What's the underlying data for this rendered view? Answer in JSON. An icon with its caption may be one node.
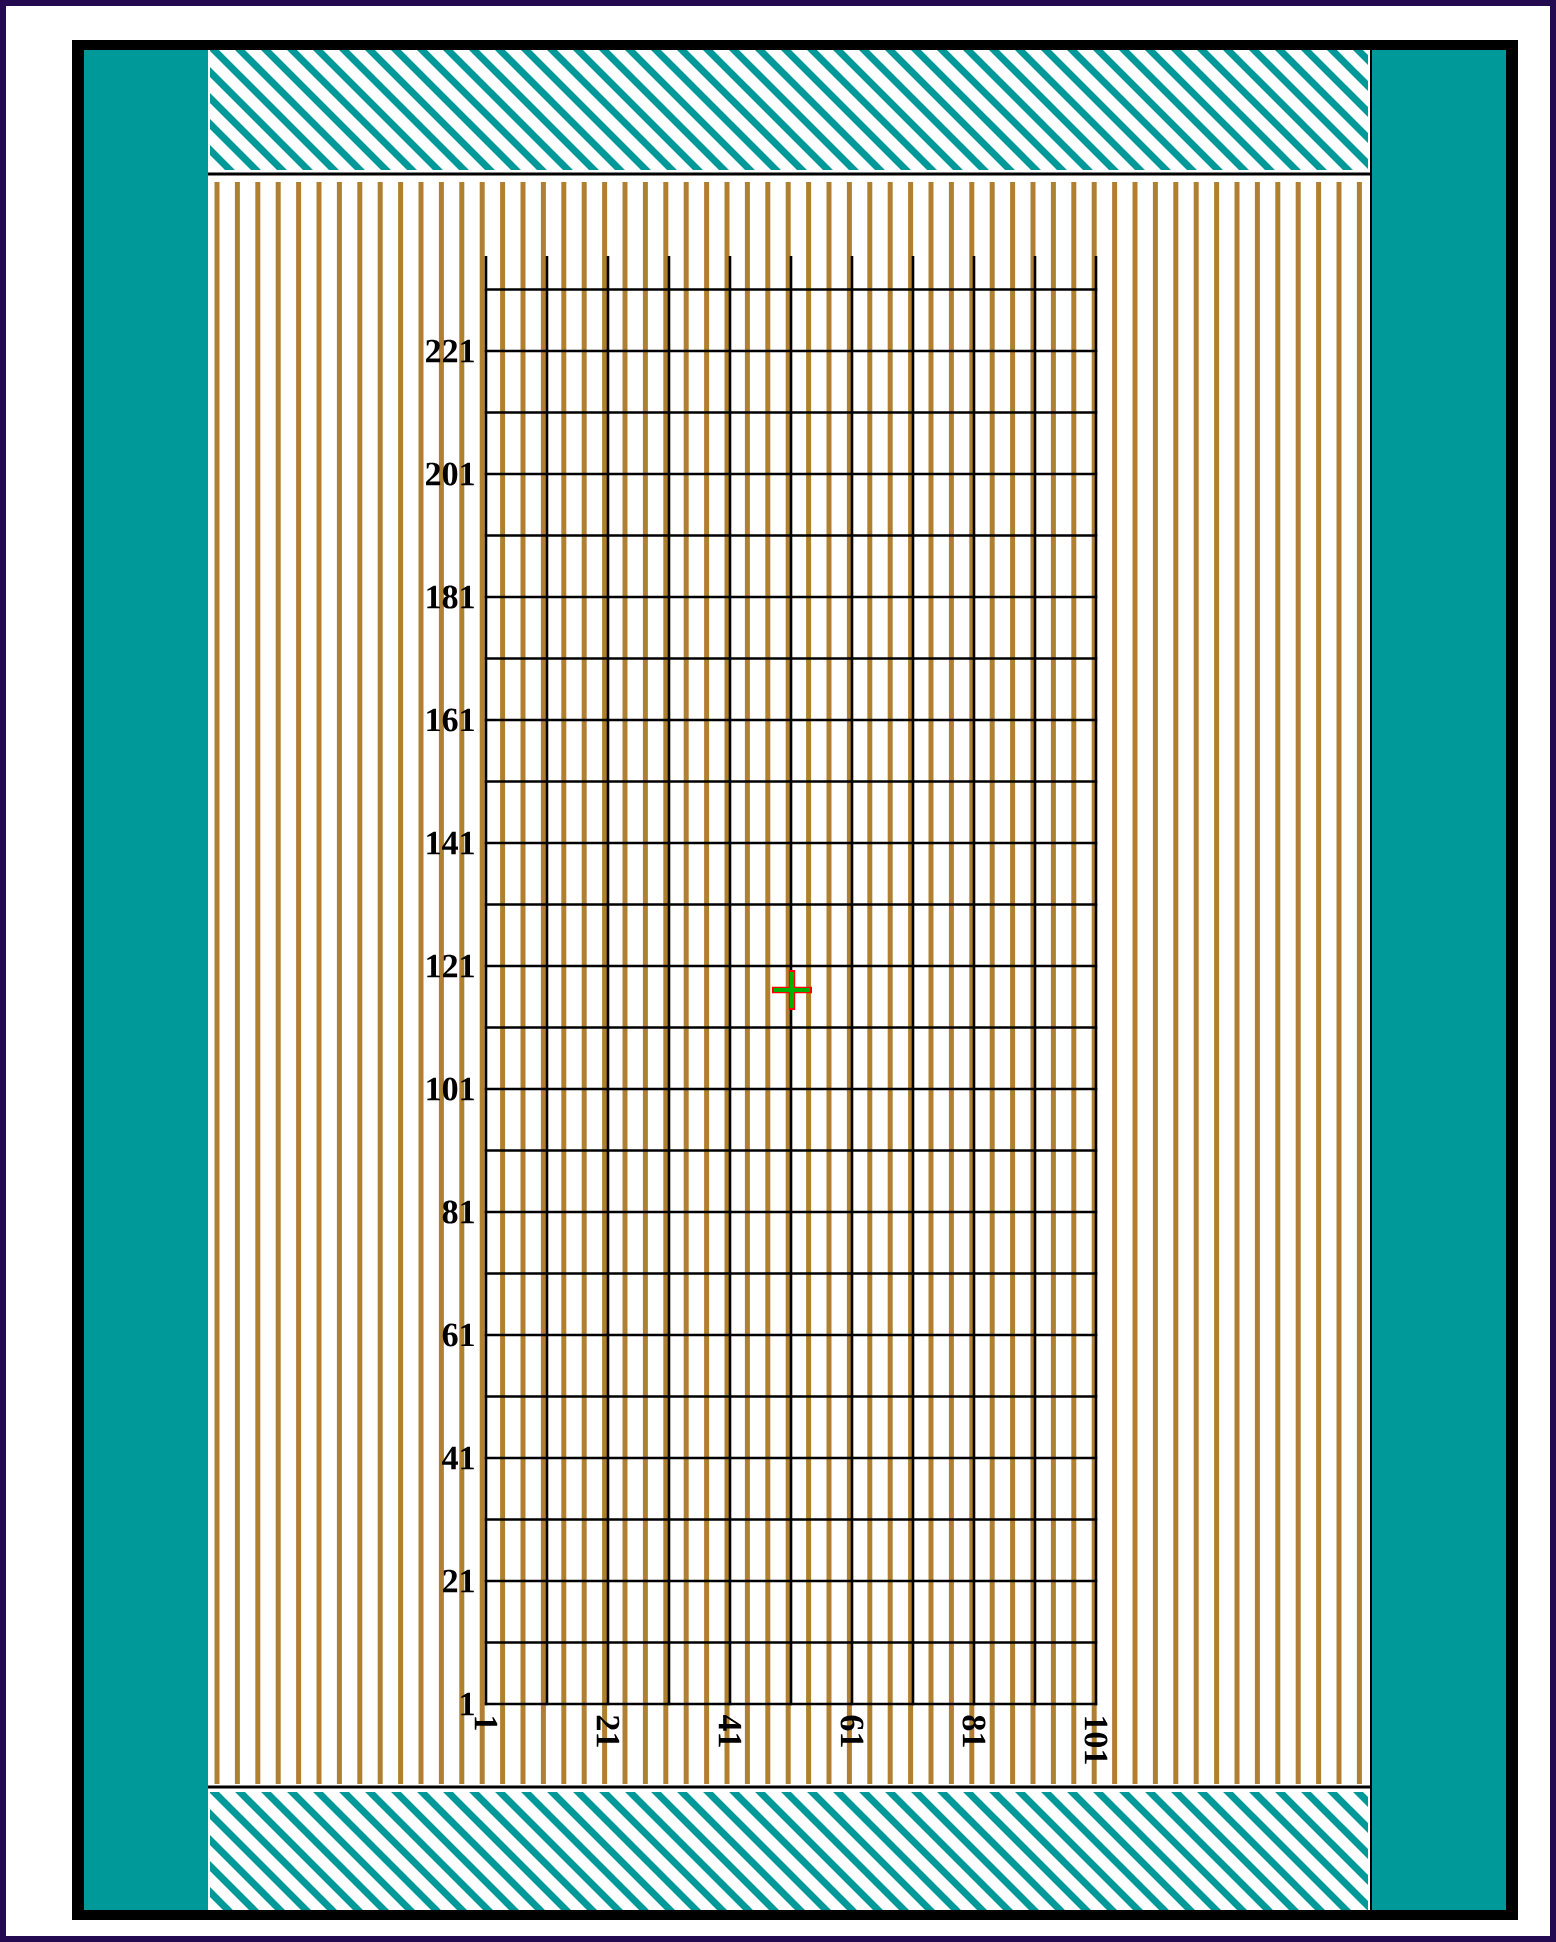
{
  "diagram": {
    "labels": [
      "221",
      "201",
      "181",
      "161",
      "141",
      "121",
      "101",
      "81",
      "61",
      "41",
      "21",
      "1",
      "1",
      "21",
      "41",
      "61",
      "81",
      "101"
    ]
  }
}
